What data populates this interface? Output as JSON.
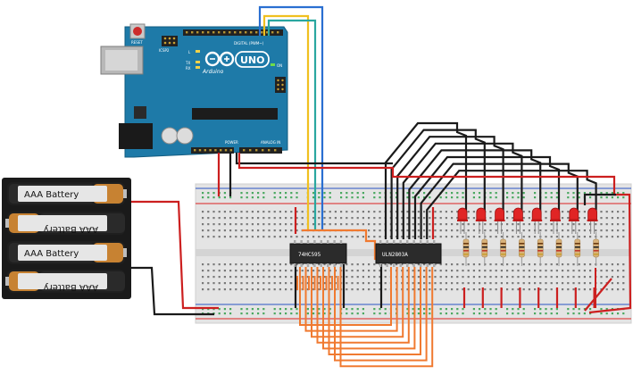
{
  "arduino": {
    "brand": "Arduino",
    "model": "UNO",
    "reset_label": "RESET",
    "icsp_label": "ICSP2",
    "digital_label": "DIGITAL (PWM~)",
    "power_label": "POWER",
    "analog_label": "ANALOG IN",
    "led_l": "L",
    "led_tx": "TX",
    "led_rx": "RX",
    "led_on": "ON"
  },
  "battery_pack": {
    "cells": [
      "AAA Battery",
      "AAA Battery",
      "AAA Battery",
      "AAA Battery"
    ]
  },
  "chips": {
    "shift_register": "74HC595",
    "driver": "ULN2803A"
  },
  "led_count": 8,
  "colors": {
    "board": "#1e7aa8",
    "breadboard": "#e6e6e6",
    "wire_red": "#cc1f1f",
    "wire_black": "#1a1a1a",
    "wire_orange": "#f07a30",
    "wire_yellow": "#f0c020",
    "wire_blue": "#2a6fd1",
    "wire_teal": "#2aa7a0",
    "led_red": "#e02525",
    "chip": "#2b2b2b"
  }
}
